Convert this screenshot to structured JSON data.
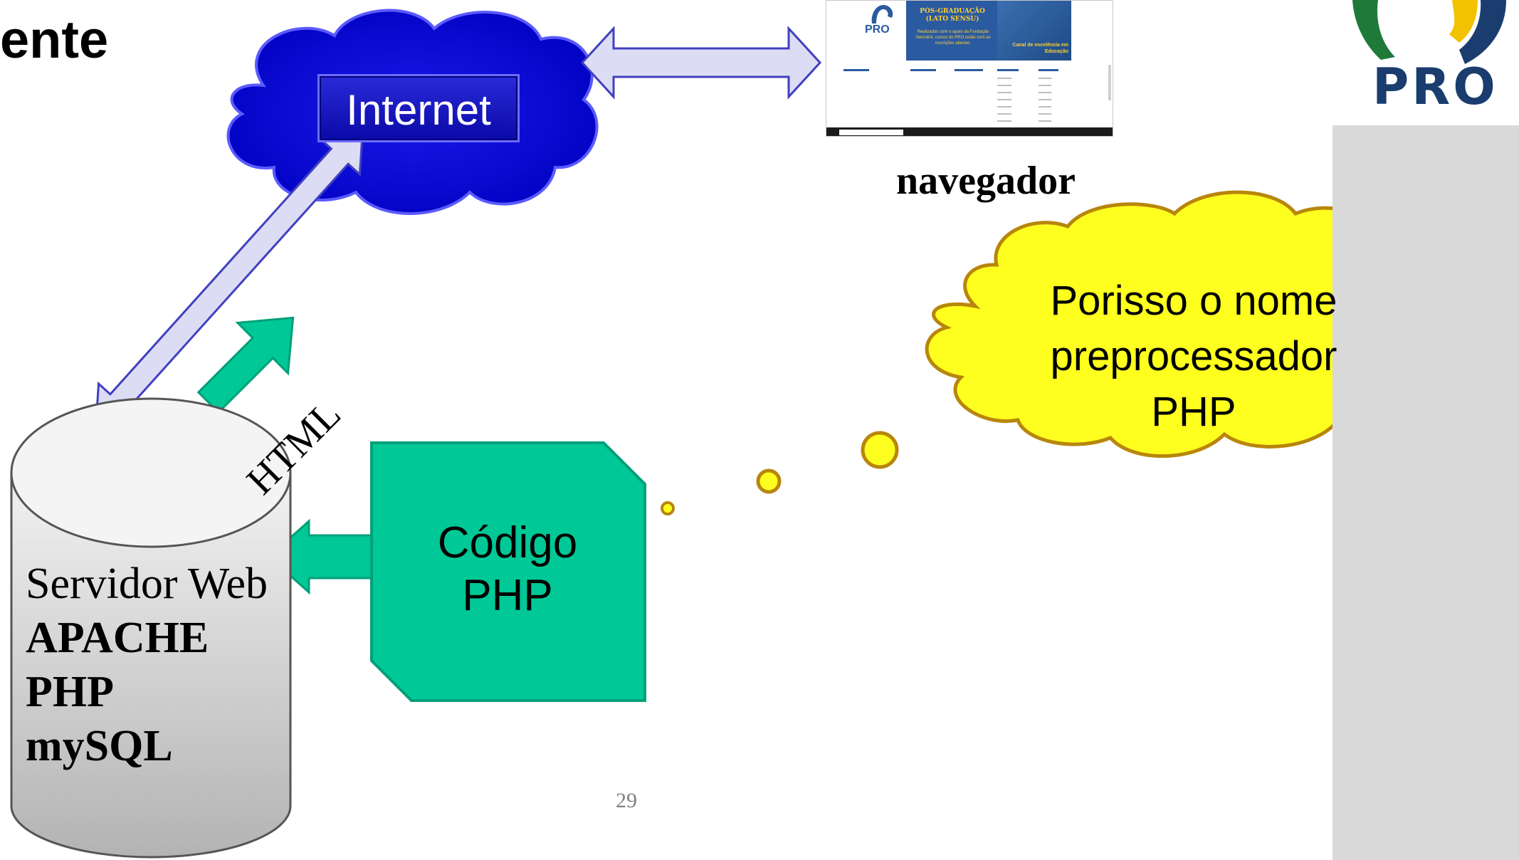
{
  "slide": {
    "title_fragment": "ente",
    "page_number": "29"
  },
  "internet": {
    "label": "Internet"
  },
  "browser": {
    "caption": "navegador",
    "logo_text": "PRO",
    "banner_heading": "PÓS-GRADUAÇÃO (LATO SENSU)",
    "banner_body": "Realizados com o apoio da Fundação Vanzolini, cursos do PRO estão com as inscrições abertas.",
    "banner_tagline": "Canal de excelência em Educação"
  },
  "thought_bubble": {
    "lines": [
      "Porisso o nome",
      "preprocessador",
      "PHP"
    ]
  },
  "php_code": {
    "lines": [
      "Código",
      "PHP"
    ]
  },
  "server": {
    "line1": "Servidor Web",
    "line2": "APACHE",
    "line3": "PHP",
    "line4": "mySQL"
  },
  "html_arrow": {
    "label": "HTML"
  },
  "logo": {
    "text": "PRO"
  },
  "colors": {
    "cloud": "#0a0ad6",
    "cloud_outline": "#4a4aff",
    "thought": "#ffff1f",
    "thought_outline": "#b8860b",
    "php_box": "#00c896",
    "php_box_outline": "#00a07a",
    "double_arrow": "#dcdcf5",
    "double_arrow_outline": "#4040c0",
    "side_panel": "#d9d9d9"
  }
}
